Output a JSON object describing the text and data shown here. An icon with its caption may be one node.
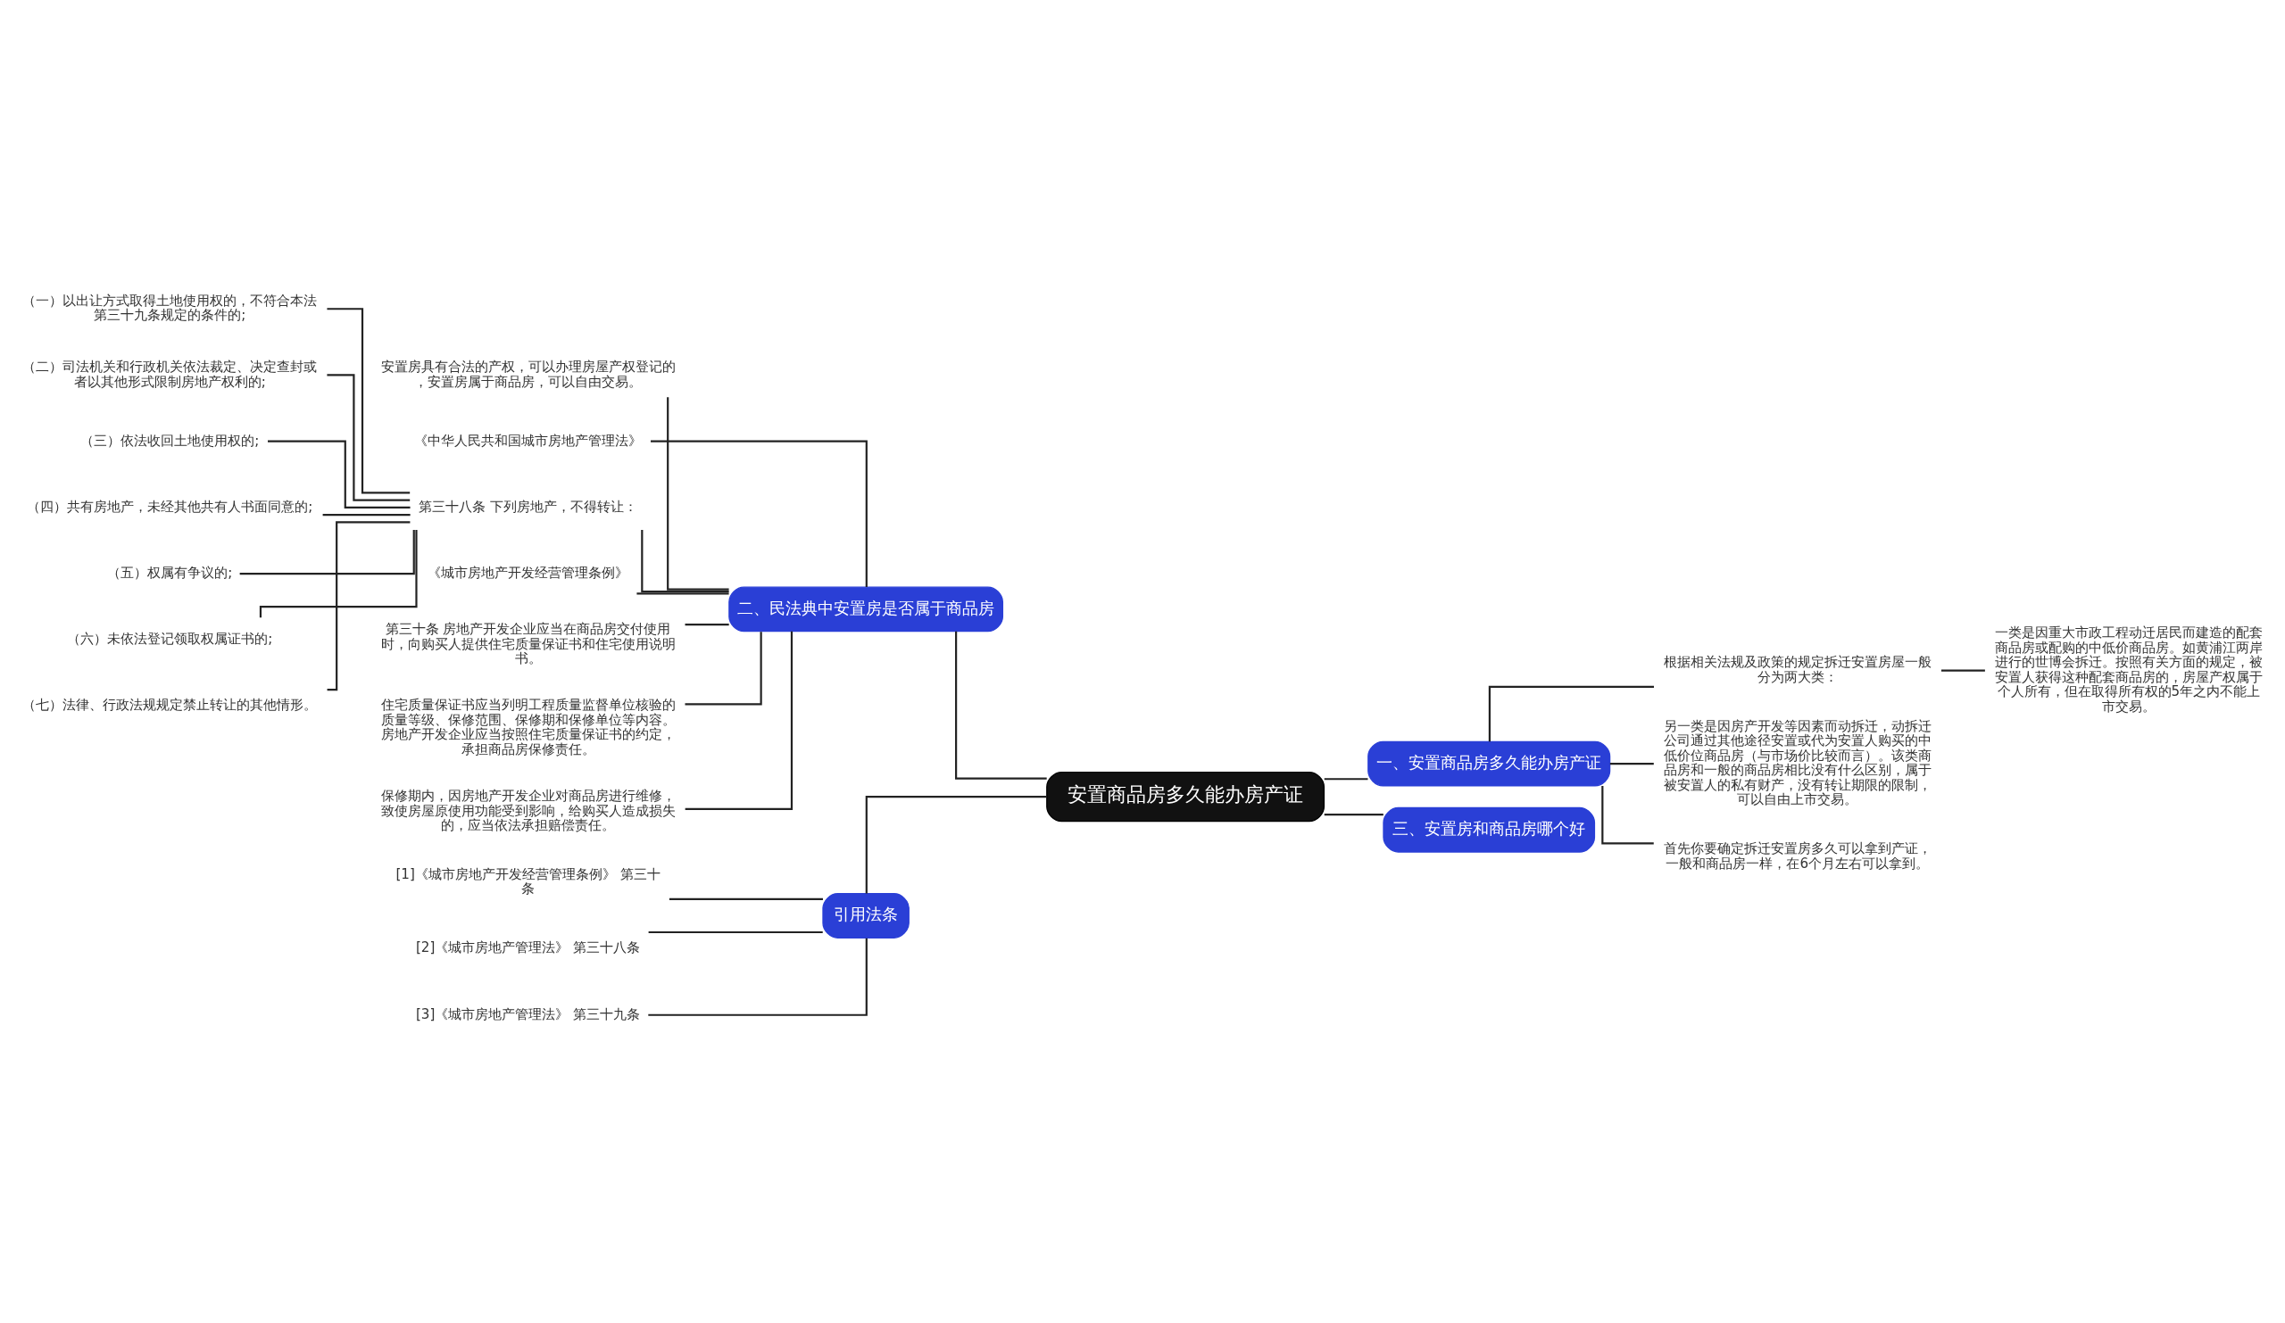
{
  "diagram": {
    "nodes": [
      {
        "text": [
          "安置商品房多久能办房产证"
        ]
      },
      {
        "text": [
          "一、安置商品房多久能办房产证"
        ]
      },
      {
        "text": [
          "根据相关法规及政策的规定拆迁安置房屋一般分为两大类："
        ]
      },
      {
        "text": [
          "一类是因重大市政工程动迁居民而建造的配套商品房或配购的中低价商品房。如黄浦江两岸进行的世博会拆迁。按照有关方面的规定，被安置人获得这种配套商品房的，房屋产权属于个人所有，但在取得所有权的5年之内不能上市交易。"
        ]
      },
      {
        "text": [
          "另一类是因房产开发等因素而动拆迁，动拆迁公司通过其他途径安置或代为安置人购买的中低价位商品房（与市场价比较而言）。该类商品房和一般的商品房相比没有什么区别，属于被安置人的私有财产，没有转让期限的限制，可以自由上市交易。"
        ]
      },
      {
        "text": [
          "首先你要确定拆迁安置房多久可以拿到产证，一般和商品房一样，在6个月左右可以拿到。"
        ]
      },
      {
        "text": [
          "三、安置房和商品房哪个好"
        ]
      },
      {
        "text": [
          "二、民法典中安置房是否属于商品房"
        ]
      },
      {
        "text": [
          "安置房具有合法的产权，可以办理房屋产权登记的，安置房属于商品房，可以自由交易。"
        ]
      },
      {
        "text": [
          "《中华人民共和国城市房地产管理法》"
        ]
      },
      {
        "text": [
          "第三十八条 下列房地产，不得转让："
        ]
      },
      {
        "text": [
          "（一）以出让方式取得土地使用权的，不符合本法第三十九条规定的条件的;"
        ]
      },
      {
        "text": [
          "（二）司法机关和行政机关依法裁定、决定查封或者以其他形式限制房地产权利的;"
        ]
      },
      {
        "text": [
          "（三）依法收回土地使用权的;"
        ]
      },
      {
        "text": [
          "（四）共有房地产，未经其他共有人书面同意的;"
        ]
      },
      {
        "text": [
          "（五）权属有争议的;"
        ]
      },
      {
        "text": [
          "（六）未依法登记领取权属证书的;"
        ]
      },
      {
        "text": [
          "（七）法律、行政法规规定禁止转让的其他情形。"
        ]
      },
      {
        "text": [
          "《城市房地产开发经营管理条例》"
        ]
      },
      {
        "text": [
          "第三十条 房地产开发企业应当在商品房交付使用时，向购买人提供住宅质量保证书和住宅使用说明书。"
        ]
      },
      {
        "text": [
          "住宅质量保证书应当列明工程质量监督单位核验的质量等级、保修范围、保修期和保修单位等内容。房地产开发企业应当按照住宅质量保证书的约定，承担商品房保修责任。"
        ]
      },
      {
        "text": [
          "保修期内，因房地产开发企业对商品房进行维修，致使房屋原使用功能受到影响，给购买人造成损失的，应当依法承担赔偿责任。"
        ]
      },
      {
        "text": [
          "引用法条"
        ]
      },
      {
        "text": [
          "[1]《城市房地产开发经营管理条例》 第三十条"
        ]
      },
      {
        "text": [
          "[2]《城市房地产管理法》 第三十八条"
        ]
      },
      {
        "text": [
          "[3]《城市房地产管理法》 第三十九条"
        ]
      }
    ],
    "edges": [
      {
        "from": 0,
        "to": 1,
        "arrow": "none"
      },
      {
        "from": 1,
        "to": 2,
        "arrow": "none"
      },
      {
        "from": 2,
        "to": 3,
        "arrow": "none"
      },
      {
        "from": 1,
        "to": 4,
        "arrow": "none"
      },
      {
        "from": 1,
        "to": 5,
        "arrow": "none"
      },
      {
        "from": 0,
        "to": 6,
        "arrow": "none"
      },
      {
        "from": 0,
        "to": 7,
        "arrow": "none"
      },
      {
        "from": 7,
        "to": 8,
        "arrow": "none"
      },
      {
        "from": 7,
        "to": 9,
        "arrow": "none"
      },
      {
        "from": 7,
        "to": 10,
        "arrow": "none"
      },
      {
        "from": 10,
        "to": 11,
        "arrow": "none"
      },
      {
        "from": 10,
        "to": 12,
        "arrow": "none"
      },
      {
        "from": 10,
        "to": 13,
        "arrow": "none"
      },
      {
        "from": 10,
        "to": 14,
        "arrow": "none"
      },
      {
        "from": 10,
        "to": 15,
        "arrow": "none"
      },
      {
        "from": 10,
        "to": 16,
        "arrow": "none"
      },
      {
        "from": 10,
        "to": 17,
        "arrow": "none"
      },
      {
        "from": 7,
        "to": 18,
        "arrow": "none"
      },
      {
        "from": 7,
        "to": 19,
        "arrow": "none"
      },
      {
        "from": 7,
        "to": 20,
        "arrow": "none"
      },
      {
        "from": 7,
        "to": 21,
        "arrow": "none"
      },
      {
        "from": 0,
        "to": 22,
        "arrow": "none"
      },
      {
        "from": 22,
        "to": 23,
        "arrow": "none"
      },
      {
        "from": 22,
        "to": 24,
        "arrow": "none"
      },
      {
        "from": 22,
        "to": 25,
        "arrow": "none"
      }
    ]
  }
}
